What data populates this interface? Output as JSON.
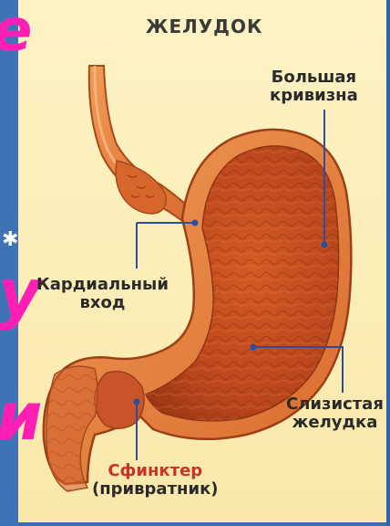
{
  "title": "ЖЕЛУДОК",
  "labels": {
    "greater_curvature": [
      "Большая",
      "кривизна"
    ],
    "cardia": [
      "Кардиальный",
      "вход"
    ],
    "mucosa": [
      "Слизистая",
      "желудка"
    ],
    "sphincter": [
      "Сфинктер",
      "(привратник)"
    ]
  },
  "slide_fragments": [
    "е",
    "у",
    "и"
  ],
  "colors": {
    "background_blue": "#3a6db0",
    "panel": "#fbedb6",
    "stomach_wall": "#d8692e",
    "mucosa": "#bf4a1e",
    "fragment_pink": "#ff1fb4",
    "leader_line": "#2b4ea0",
    "sphincter_red": "#c9312a"
  }
}
